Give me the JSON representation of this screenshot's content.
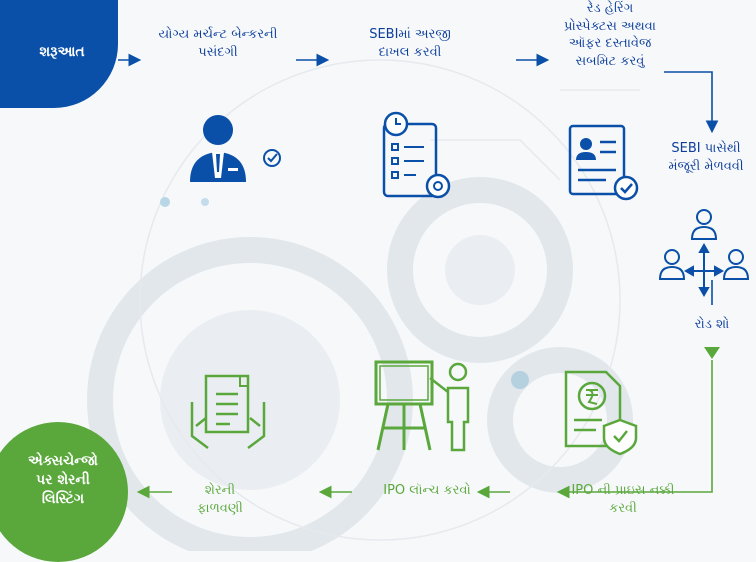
{
  "start": {
    "label": "શરૂઆત"
  },
  "steps": {
    "merchant_banker": [
      "યોગ્ય મર્ચન્ટ બેન્કરની",
      "પસંદગી"
    ],
    "sebi_application": [
      "SEBIમાં અરજી",
      "દાખલ કરવી"
    ],
    "red_herring": [
      "રેડ હેરિંગ",
      "પ્રોસ્પેક્ટસ અથવા",
      "ઑફર દસ્તાવેજ",
      "સબમિટ કરવું"
    ],
    "sebi_approval": [
      "SEBI પાસેથી",
      "મંજૂરી મેળવવી"
    ],
    "road_show": [
      "રોડ શો"
    ],
    "ipo_price": [
      "IPO ની પ્રાઇસ નક્કી",
      "કરવી"
    ],
    "ipo_launch": [
      "IPO લૉન્ચ કરવો"
    ],
    "share_allotment": [
      "શેરની",
      "ફાળવણી"
    ]
  },
  "end": {
    "label": [
      "એક્સચેન્જો",
      "પર શેરની",
      "લિસ્ટિંગ"
    ]
  },
  "colors": {
    "blue": "#0a4fa8",
    "green": "#5aa83c",
    "navy": "#0d3e9c"
  },
  "icons": [
    "businessman-check-icon",
    "clipboard-gear-icon",
    "document-profile-check-icon",
    "people-network-icon",
    "rupee-document-shield-icon",
    "presentation-board-icon",
    "paper-hands-icon"
  ]
}
